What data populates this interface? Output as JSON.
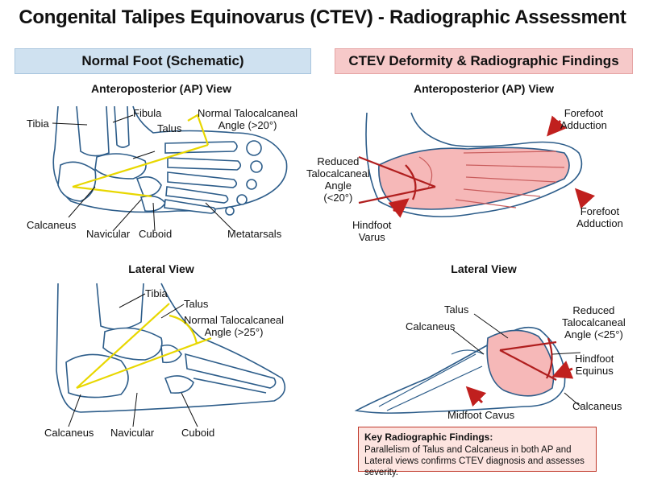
{
  "title": "Congenital Talipes Equinovarus (CTEV) - Radiographic Assessment",
  "panels": {
    "left": {
      "header": "Normal Foot (Schematic)",
      "ap_view": {
        "title": "Anteroposterior (AP) View",
        "labels": {
          "tibia": "Tibia",
          "fibula": "Fibula",
          "talus": "Talus",
          "angle": "Normal Talocalcaneal\nAngle (>20°)",
          "calcaneus": "Calcaneus",
          "navicular": "Navicular",
          "cuboid": "Cuboid",
          "metatarsals": "Metatarsals"
        }
      },
      "lateral_view": {
        "title": "Lateral View",
        "labels": {
          "tibia": "Tibia",
          "talus": "Talus",
          "angle": "Normal Talocalcaneal\nAngle (>25°)",
          "calcaneus": "Calcaneus",
          "navicular": "Navicular",
          "cuboid": "Cuboid"
        }
      }
    },
    "right": {
      "header": "CTEV Deformity & Radiographic Findings",
      "ap_view": {
        "title": "Anteroposterior (AP) View",
        "labels": {
          "forefoot_top": "Forefoot\nAdduction",
          "reduced_angle": "Reduced\nTalocalcaneal\nAngle\n(<20°)",
          "hindfoot_varus": "Hindfoot\nVarus",
          "forefoot_bottom": "Forefoot\nAdduction"
        }
      },
      "lateral_view": {
        "title": "Lateral View",
        "labels": {
          "talus": "Talus",
          "calcaneus_top": "Calcaneus",
          "reduced_angle": "Reduced\nTalocalcaneal\nAngle (<25°)",
          "hindfoot_equinus": "Hindfoot\nEquinus",
          "calcaneus_bottom": "Calcaneus",
          "midfoot_cavus": "Midfoot Cavus"
        }
      }
    }
  },
  "key_findings": {
    "title": "Key Radiographic Findings:",
    "body": "Parallelism of Talus and Calcaneus in both AP and Lateral views confirms CTEV diagnosis and assesses severity."
  },
  "colors": {
    "bone_outline": "#2d5d8a",
    "bone_fill_normal": "#ffffff",
    "bone_fill_ctev": "#f6b8b8",
    "angle_normal": "#e8d700",
    "angle_ctev": "#b01e1e",
    "arrow": "#c0201e",
    "header_left": "#cfe1f0",
    "header_right": "#f6c9c9"
  }
}
